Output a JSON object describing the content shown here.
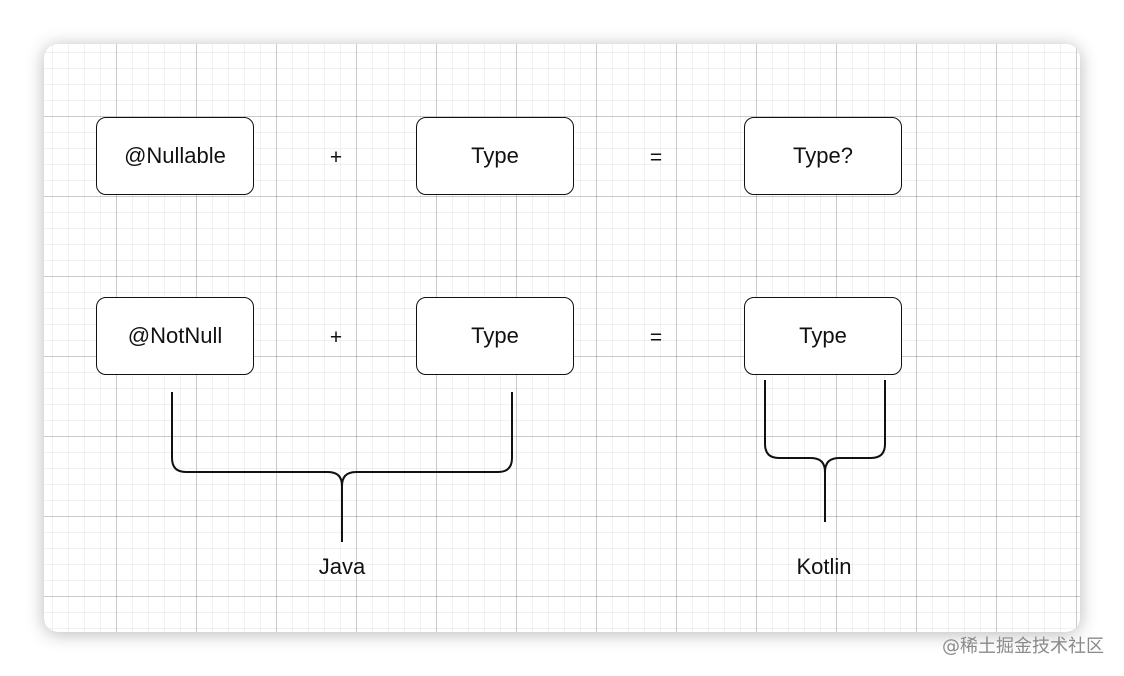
{
  "diagram": {
    "row1": {
      "annotation": "@Nullable",
      "plus": "+",
      "type": "Type",
      "equals": "=",
      "result": "Type?"
    },
    "row2": {
      "annotation": "@NotNull",
      "plus": "+",
      "type": "Type",
      "equals": "=",
      "result": "Type"
    },
    "java_label": "Java",
    "kotlin_label": "Kotlin"
  },
  "watermark": "@稀土掘金技术社区",
  "colors": {
    "stroke": "#111111",
    "grid": "#d9d9d9",
    "watermark": "#8a8a8a"
  }
}
